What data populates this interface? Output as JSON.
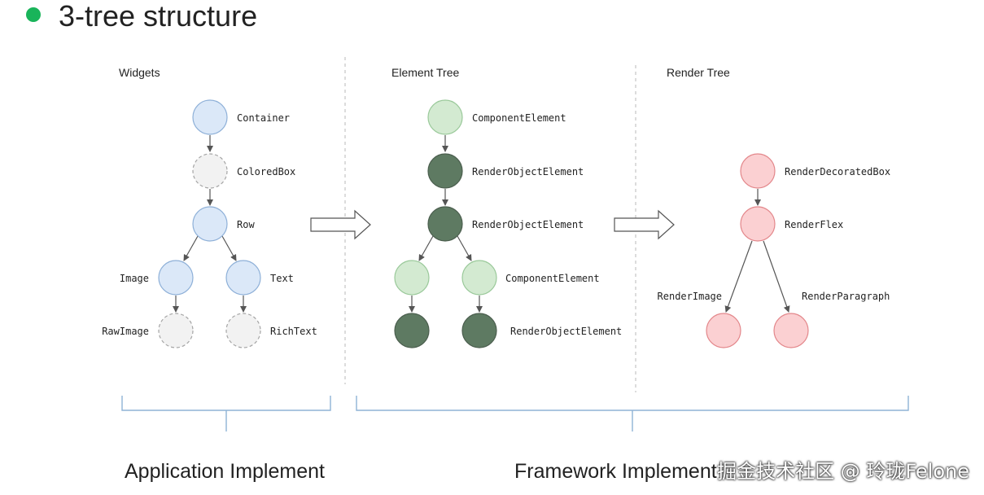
{
  "title": "3-tree structure",
  "colors": {
    "title_bullet": "#19b45a",
    "widget_fill": "#dbe8f8",
    "widget_stroke": "#8eb0d8",
    "ghost_fill": "#f2f2f2",
    "ghost_stroke": "#a5a5a5",
    "element_light_fill": "#d3ead1",
    "element_light_stroke": "#9ac99a",
    "element_dark_fill": "#5e7a62",
    "element_dark_stroke": "#4b5e4e",
    "render_fill": "#fbd0d2",
    "render_stroke": "#e3878b",
    "bracket": "#8fb3d6",
    "divider": "#b8b8b8"
  },
  "sections": {
    "widgets": "Widgets",
    "element_tree": "Element Tree",
    "render_tree": "Render Tree"
  },
  "widget_tree": {
    "container": "Container",
    "colored_box": "ColoredBox",
    "row": "Row",
    "image": "Image",
    "text": "Text",
    "raw_image": "RawImage",
    "rich_text": "RichText"
  },
  "element_tree": {
    "component_element_top": "ComponentElement",
    "render_object_element_1": "RenderObjectElement",
    "render_object_element_2": "RenderObjectElement",
    "component_element_children": "ComponentElement",
    "render_object_element_leaves": "RenderObjectElement"
  },
  "render_tree": {
    "render_decorated_box": "RenderDecoratedBox",
    "render_flex": "RenderFlex",
    "render_image": "RenderImage",
    "render_paragraph": "RenderParagraph"
  },
  "footer": {
    "application": "Application Implement",
    "framework": "Framework Implement"
  },
  "watermark": "掘金技术社区 @ 玲珑Felone"
}
